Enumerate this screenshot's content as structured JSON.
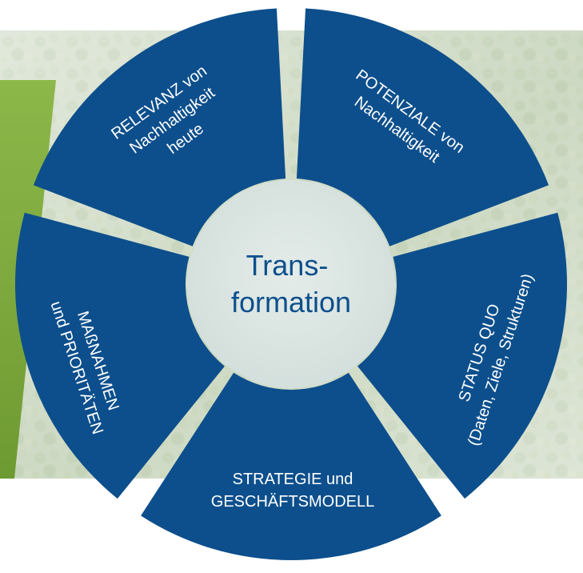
{
  "colors": {
    "segment": "#0d4f8c",
    "separator": "#ffffff",
    "center_fill": "#dfe8e6",
    "center_text": "#0d4f8c",
    "segment_text": "#ffffff",
    "green_accent": "#7faa3c",
    "photo_light": "#dde6dc",
    "photo_forest": "#8fa878"
  },
  "center": {
    "lines": [
      "Trans-",
      "formation"
    ]
  },
  "segments": [
    {
      "id": "relevanz",
      "lines": [
        "RELEVANZ von",
        "Nachhaltigkeit",
        "heute"
      ]
    },
    {
      "id": "potenziale",
      "lines": [
        "POTENZIALE von",
        "Nachhaltigkeit"
      ]
    },
    {
      "id": "status-quo",
      "lines": [
        "STATUS QUO",
        "(Daten, Ziele, Strukturen)"
      ]
    },
    {
      "id": "strategie",
      "lines": [
        "STRATEGIE und",
        "GESCHÄFTSMODELL"
      ]
    },
    {
      "id": "massnahmen",
      "lines": [
        "MAßNAHMEN",
        "und PRIORITÄTEN"
      ]
    }
  ]
}
